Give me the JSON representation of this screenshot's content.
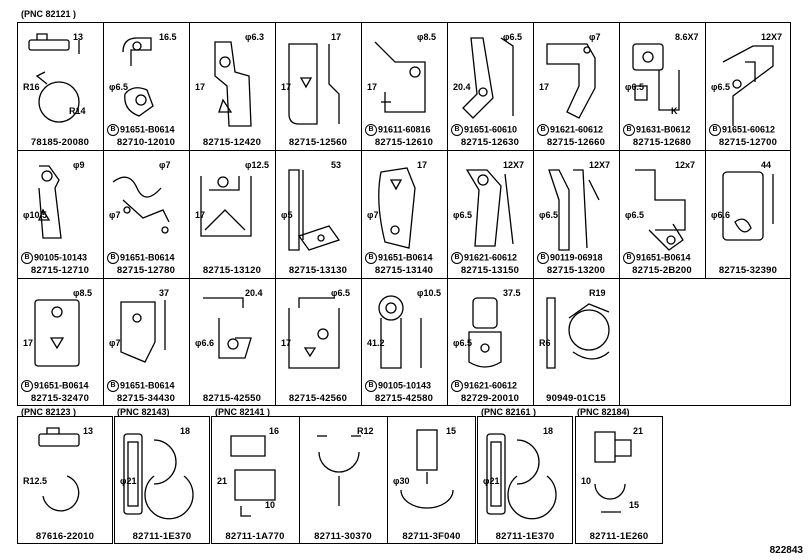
{
  "pnc": {
    "top": "(PNC 82121 )",
    "b1": "(PNC 82123 )",
    "b2": "(PNC 82143)",
    "b3": "(PNC 82141 )",
    "b4": "(PNC 82161 )",
    "b5": "(PNC 82184)"
  },
  "rows": [
    [
      {
        "pn": "78185-20080",
        "bolt": "",
        "dims": [
          "13",
          "R16",
          "R14"
        ]
      },
      {
        "pn": "82710-12010",
        "bolt": "91651-B0614",
        "dims": [
          "16.5",
          "φ6.5"
        ]
      },
      {
        "pn": "82715-12420",
        "bolt": "",
        "dims": [
          "φ6.3",
          "17"
        ]
      },
      {
        "pn": "82715-12560",
        "bolt": "",
        "dims": [
          "17",
          "17"
        ]
      },
      {
        "pn": "82715-12610",
        "bolt": "91611-60816",
        "dims": [
          "φ8.5",
          "17"
        ]
      },
      {
        "pn": "82715-12630",
        "bolt": "91651-60610",
        "dims": [
          "φ6.5",
          "20.4"
        ]
      },
      {
        "pn": "82715-12660",
        "bolt": "91621-60612",
        "dims": [
          "φ7",
          "17"
        ]
      },
      {
        "pn": "82715-12680",
        "bolt": "91631-B0612",
        "dims": [
          "8.6X7",
          "φ6.5",
          "K"
        ]
      },
      {
        "pn": "82715-12700",
        "bolt": "91651-60612",
        "dims": [
          "12X7",
          "φ6.5"
        ]
      }
    ],
    [
      {
        "pn": "82715-12710",
        "bolt": "90105-10143",
        "dims": [
          "φ9",
          "φ10.5"
        ]
      },
      {
        "pn": "82715-12780",
        "bolt": "91651-B0614",
        "dims": [
          "φ7",
          "φ7"
        ]
      },
      {
        "pn": "82715-13120",
        "bolt": "",
        "dims": [
          "φ12.5",
          "17"
        ]
      },
      {
        "pn": "82715-13130",
        "bolt": "",
        "dims": [
          "53",
          "φ5"
        ]
      },
      {
        "pn": "82715-13140",
        "bolt": "91651-B0614",
        "dims": [
          "17",
          "φ7"
        ]
      },
      {
        "pn": "82715-13150",
        "bolt": "91621-60612",
        "dims": [
          "12X7",
          "φ6.5"
        ]
      },
      {
        "pn": "82715-13200",
        "bolt": "90119-06918",
        "dims": [
          "12X7",
          "φ6.5"
        ]
      },
      {
        "pn": "82715-2B200",
        "bolt": "91651-B0614",
        "dims": [
          "12x7",
          "φ6.5"
        ]
      },
      {
        "pn": "82715-32390",
        "bolt": "",
        "dims": [
          "44",
          "φ6.6"
        ]
      }
    ],
    [
      {
        "pn": "82715-32470",
        "bolt": "91651-B0614",
        "dims": [
          "φ8.5",
          "17"
        ]
      },
      {
        "pn": "82715-34430",
        "bolt": "91651-B0614",
        "dims": [
          "37",
          "φ7"
        ]
      },
      {
        "pn": "82715-42550",
        "bolt": "",
        "dims": [
          "20.4",
          "φ6.6"
        ]
      },
      {
        "pn": "82715-42560",
        "bolt": "",
        "dims": [
          "φ6.5",
          "17"
        ]
      },
      {
        "pn": "82715-42580",
        "bolt": "90105-10143",
        "dims": [
          "φ10.5",
          "41.2"
        ]
      },
      {
        "pn": "82729-20010",
        "bolt": "91621-60612",
        "dims": [
          "37.5",
          "φ6.5"
        ]
      },
      {
        "pn": "90949-01C15",
        "bolt": "",
        "dims": [
          "R19",
          "R6"
        ]
      }
    ]
  ],
  "bottom": [
    {
      "pn": "87616-22010",
      "dims": [
        "13",
        "R12.5"
      ]
    },
    {
      "pn": "82711-1E370",
      "dims": [
        "18",
        "φ21"
      ]
    },
    {
      "pn": "82711-1A770",
      "dims": [
        "16",
        "21",
        "10"
      ]
    },
    {
      "pn": "82711-30370",
      "dims": [
        "R12"
      ]
    },
    {
      "pn": "82711-3F040",
      "dims": [
        "15",
        "φ30"
      ]
    },
    {
      "pn": "82711-1E370",
      "dims": [
        "18",
        "φ21"
      ]
    },
    {
      "pn": "82711-1E260",
      "dims": [
        "21",
        "10",
        "15"
      ]
    }
  ],
  "figure_number": "822843"
}
